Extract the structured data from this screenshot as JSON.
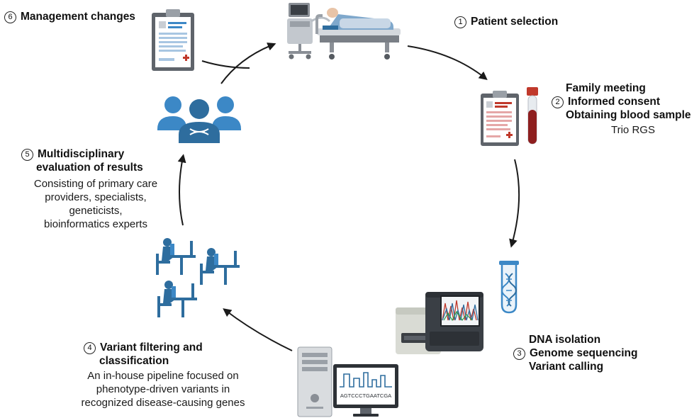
{
  "steps": {
    "s1": {
      "num": "1",
      "title": "Patient selection"
    },
    "s2": {
      "num": "2",
      "lines": [
        "Family meeting",
        "Informed consent",
        "Obtaining blood sample"
      ],
      "sub": "Trio RGS"
    },
    "s3": {
      "num": "3",
      "lines": [
        "DNA isolation",
        "Genome sequencing",
        "Variant calling"
      ]
    },
    "s4": {
      "num": "4",
      "lines": [
        "Variant filtering and",
        "classification"
      ],
      "body": [
        "An in-house pipeline focused on",
        "phenotype-driven variants in",
        "recognized disease-causing genes"
      ]
    },
    "s5": {
      "num": "5",
      "lines": [
        "Multidisciplinary",
        "evaluation of results"
      ],
      "body": [
        "Consisting of primary care",
        "providers, specialists,",
        "geneticists,",
        "bioinformatics experts"
      ]
    },
    "s6": {
      "num": "6",
      "title": "Management changes"
    }
  },
  "monitor_sequence": "AGTCCCTGAATCGA",
  "colors": {
    "blue": "#3c88c6",
    "dark_blue": "#2e6d9e",
    "red": "#b33030",
    "grey": "#8a8f96",
    "dark": "#2d3136"
  }
}
